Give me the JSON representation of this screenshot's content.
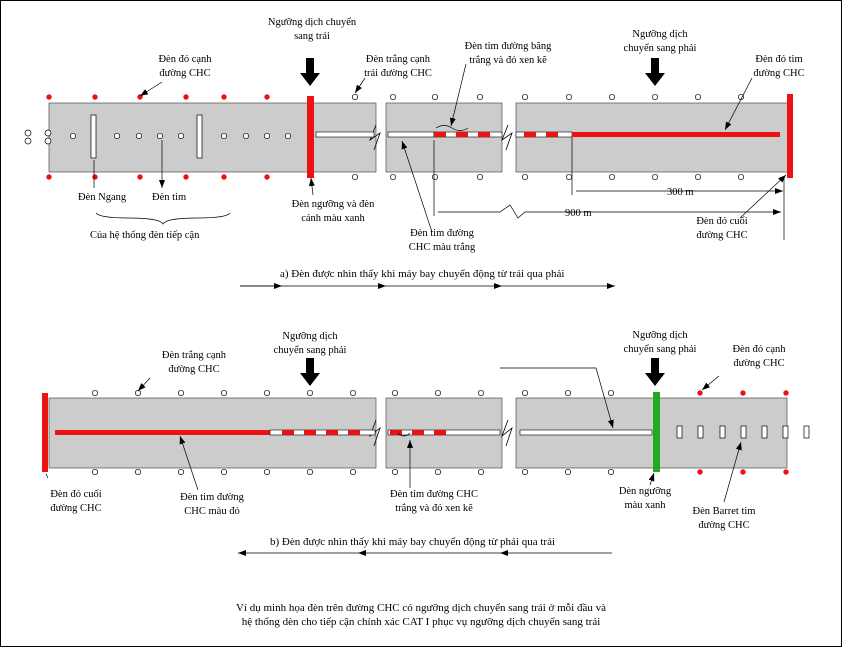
{
  "colors": {
    "runway": "#cccccc",
    "red": "#ee1111",
    "green": "#22aa22",
    "white": "#ffffff",
    "black": "#000000"
  },
  "top": {
    "label_threshold_left": [
      "Ngưỡng dịch chuyển",
      "sang trái"
    ],
    "label_red_edge": [
      "Đèn đỏ cạnh",
      "đường CHC"
    ],
    "label_white_edge": [
      "Đèn trắng cạnh",
      "trái đường CHC"
    ],
    "label_centerline_alt": [
      "Đèn tim đường băng",
      "trắng và đỏ xen kẽ"
    ],
    "label_threshold_right": [
      "Ngưỡng dịch",
      "chuyển sang phải"
    ],
    "label_red_centerline": [
      "Đèn đỏ tim",
      "đường CHC"
    ],
    "label_crossbar": "Đèn Ngang",
    "label_center": "Đèn tim",
    "label_approach": "Của hệ thống đèn tiếp cận",
    "label_threshold_wing": [
      "Đèn ngưỡng và đèn",
      "cánh màu xanh"
    ],
    "label_white_centerline": [
      "Đèn tim đường",
      "CHC màu trắng"
    ],
    "label_end": [
      "Đèn đỏ cuối",
      "đường CHC"
    ],
    "dist_300": "300 m",
    "dist_900": "900 m",
    "caption": "a) Đèn được nhìn thấy khi máy bay chuyển động từ trái qua phải"
  },
  "bottom": {
    "label_white_edge": [
      "Đèn trắng cạnh",
      "đường CHC"
    ],
    "label_threshold_right_a": [
      "Ngưỡng dịch",
      "chuyển sang phải"
    ],
    "label_threshold_right_b": [
      "Ngưỡng dịch",
      "chuyển sang phải"
    ],
    "label_red_edge": [
      "Đèn đỏ cạnh",
      "đường CHC"
    ],
    "label_end": [
      "Đèn đỏ cuối",
      "đường CHC"
    ],
    "label_red_centerline": [
      "Đèn tim đường",
      "CHC màu đỏ"
    ],
    "label_centerline_alt": [
      "Đèn tim đường CHC",
      "trắng và đỏ xen kẽ"
    ],
    "label_green_threshold": [
      "Dèn ngưỡng",
      "màu xanh"
    ],
    "label_barrette": [
      "Đèn Barret tim",
      "đường CHC"
    ],
    "caption": "b) Đèn được nhìn thấy khi máy bay chuyển động từ phải qua trái"
  },
  "footer": {
    "line1": "Ví dụ minh họa đèn trên đường CHC có ngưỡng dịch chuyển sang trái ở mỗi đầu và",
    "line2": "hệ thống dèn cho tiếp cận chính xác CAT I phục vụ ngưỡng dịch chuyển sang trái"
  }
}
